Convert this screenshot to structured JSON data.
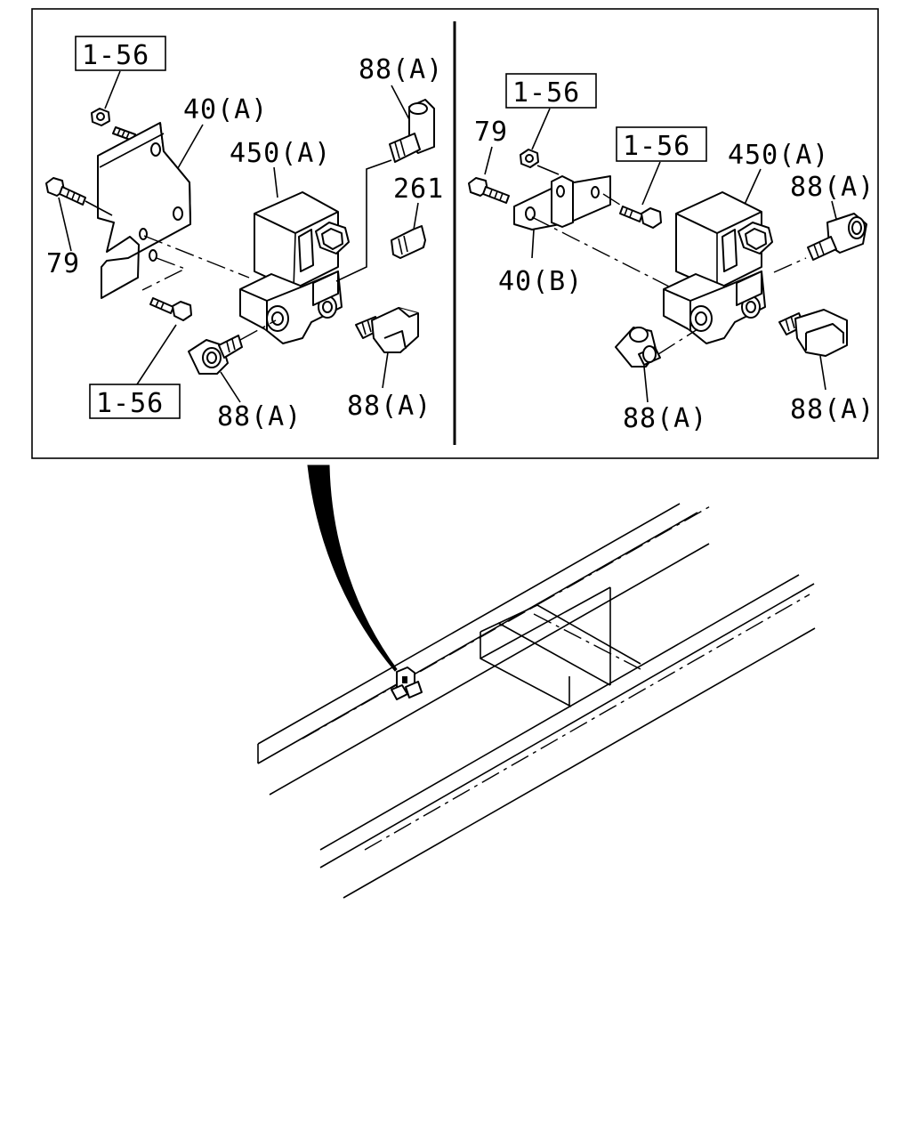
{
  "diagram": {
    "left_panel": {
      "ref_boxes": [
        "1-56",
        "1-56"
      ],
      "labels": {
        "bracket": "40(A)",
        "bolt": "79",
        "valve": "450(A)",
        "fitting_top": "88(A)",
        "plug": "261",
        "fitting_bottom_left": "88(A)",
        "fitting_bottom_right": "88(A)"
      }
    },
    "right_panel": {
      "ref_boxes": [
        "1-56",
        "1-56"
      ],
      "labels": {
        "bolt": "79",
        "bracket": "40(B)",
        "valve": "450(A)",
        "fitting_right": "88(A)",
        "fitting_bottom_left": "88(A)",
        "fitting_bottom_right": "88(A)"
      }
    }
  }
}
